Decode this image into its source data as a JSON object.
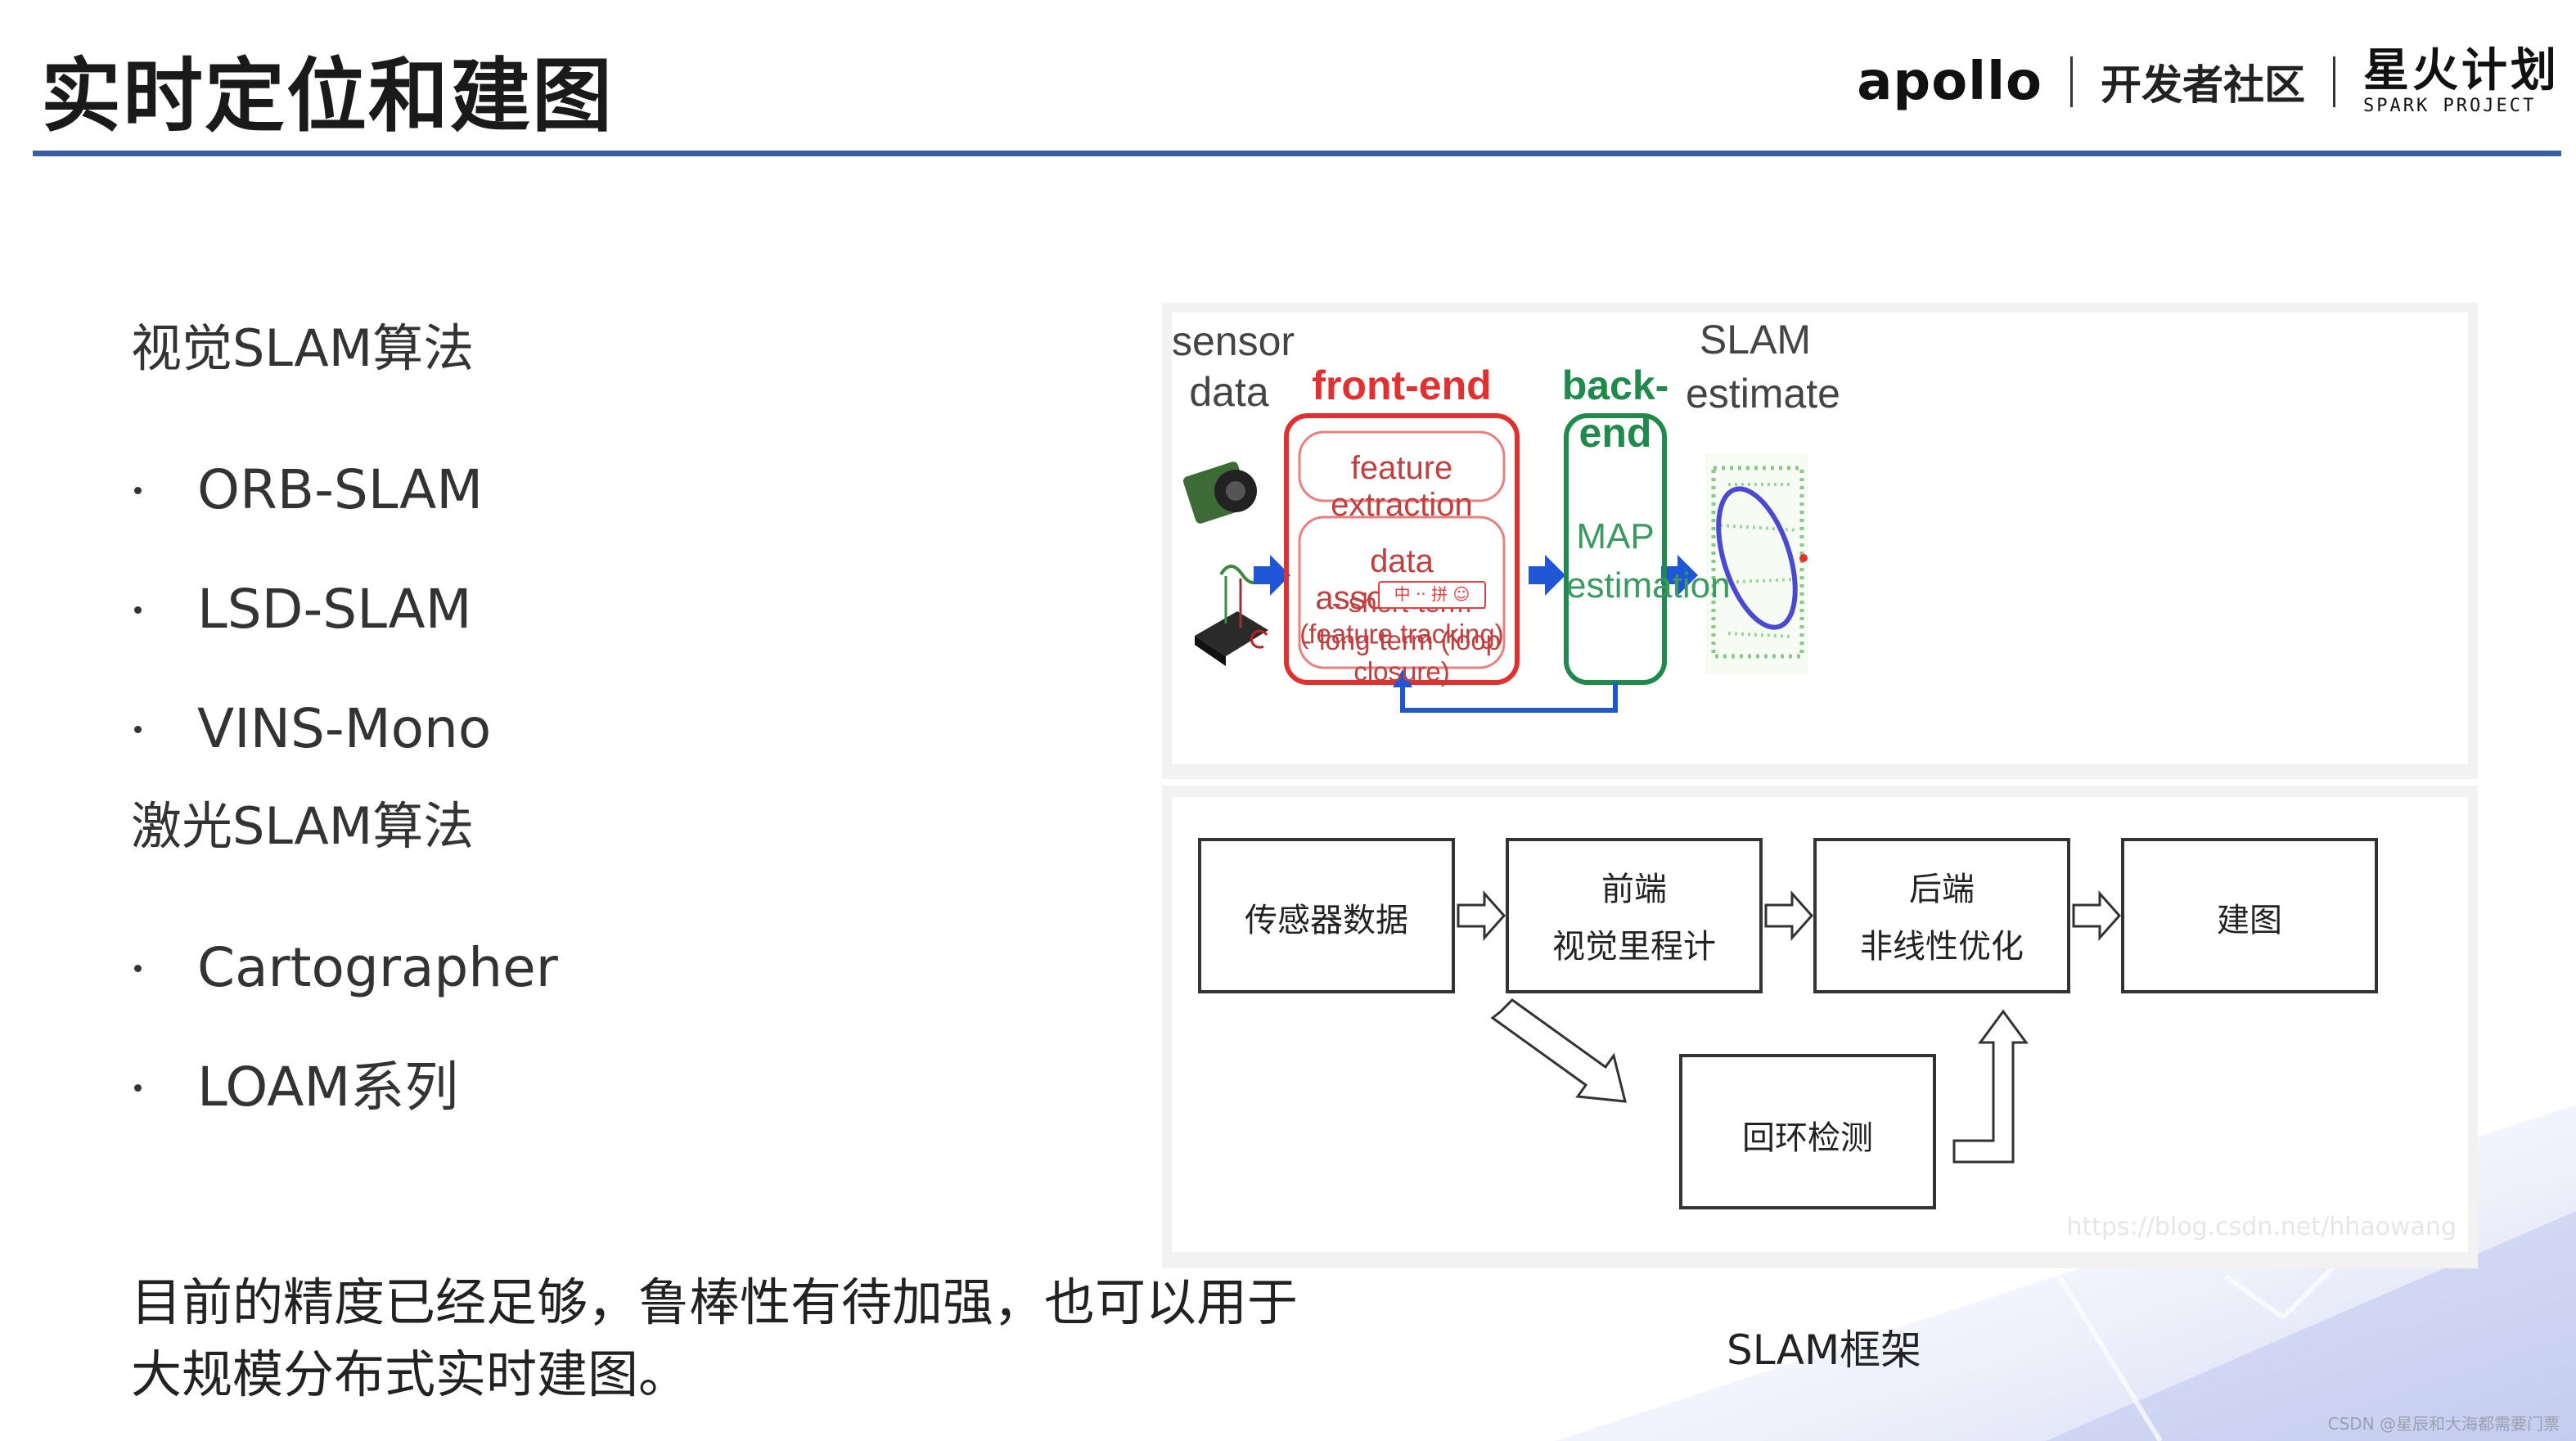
{
  "slide": {
    "title": "实时定位和建图",
    "logos": {
      "apollo": "apollo",
      "community": "开发者社区",
      "spark_cn": "星火计划",
      "spark_en": "SPARK PROJECT"
    }
  },
  "left": {
    "visual_heading": "视觉SLAM算法",
    "visual_items": [
      "ORB-SLAM",
      "LSD-SLAM",
      "VINS-Mono"
    ],
    "laser_heading": "激光SLAM算法",
    "laser_items": [
      "Cartographer",
      "LOAM系列"
    ],
    "summary_line1": "目前的精度已经足够，鲁棒性有待加强，也可以用于",
    "summary_line2": "大规模分布式实时建图。"
  },
  "figure_top": {
    "sensor_label_1": "sensor",
    "sensor_label_2": "data",
    "frontend_title": "front-end",
    "feature_extraction": "feature extraction",
    "data_association": "data association:",
    "short_term": "- short-term (feature tracking)",
    "long_term": "- long-term (loop closure)",
    "backend_title": "back-end",
    "map_estimation_1": "MAP",
    "map_estimation_2": "estimation",
    "slam_estimate_1": "SLAM",
    "slam_estimate_2": "estimate",
    "ime_label": "中 ·· 拼 ☺",
    "colors": {
      "frontend": "#e03030",
      "backend": "#1f8a4c",
      "arrow": "#1f56d6"
    }
  },
  "figure_bottom": {
    "sensor": "传感器数据",
    "frontend_1": "前端",
    "frontend_2": "视觉里程计",
    "backend_1": "后端",
    "backend_2": "非线性优化",
    "mapping": "建图",
    "loop": "回环检测",
    "watermark_url": "https://blog.csdn.net/hhaowang"
  },
  "caption": "SLAM框架",
  "watermark": "CSDN @星辰和大海都需要门票"
}
